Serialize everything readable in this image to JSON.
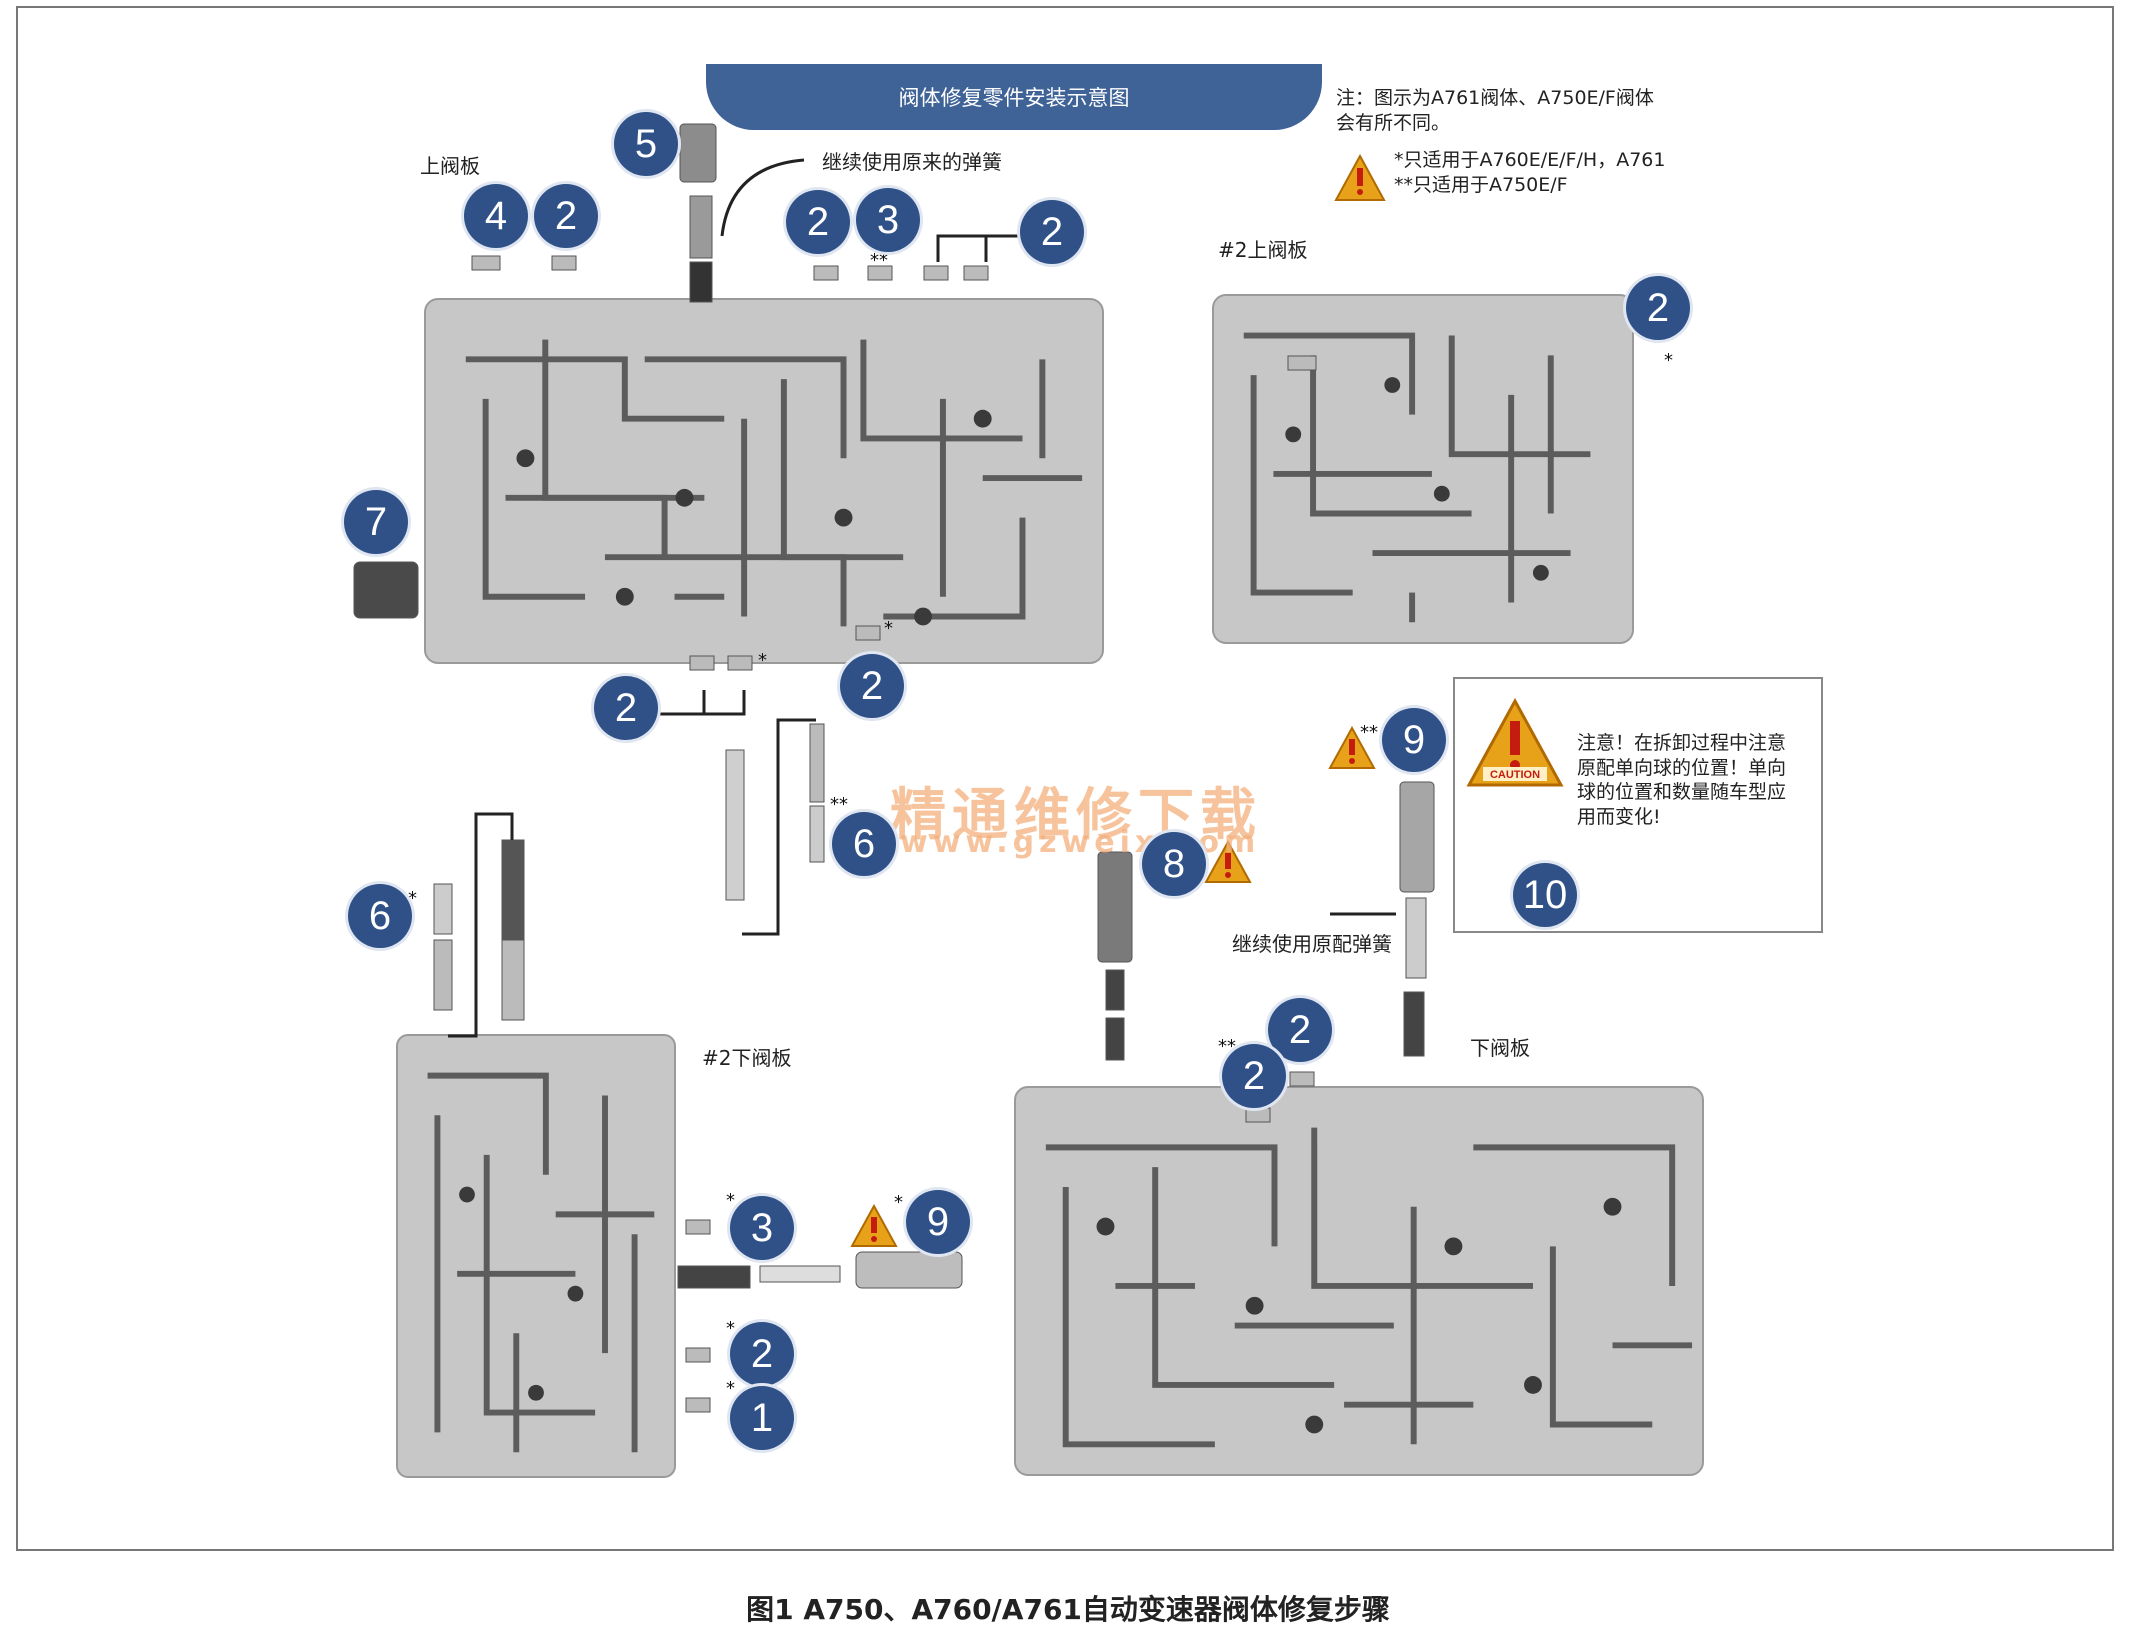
{
  "banner": "阀体修复零件安装示意图",
  "note": {
    "line1": "注：图示为A761阀体、A750E/F阀体",
    "line2": "会有所不同。",
    "single_star": "*只适用于A760E/E/F/H，A761",
    "double_star": "**只适用于A750E/F"
  },
  "labels": {
    "upper_plate": "上阀板",
    "upper_plate_2": "#2上阀板",
    "lower_plate_2": "#2下阀板",
    "lower_plate": "下阀板",
    "reuse_spring_top": "继续使用原来的弹簧",
    "reuse_spring_bottom": "继续使用原配弹簧"
  },
  "warning": {
    "line1": "注意！在拆卸过程中注意",
    "line2": "原配单向球的位置！单向",
    "line3": "球的位置和数量随车型应",
    "line4": "用而变化!",
    "ball_number": "10"
  },
  "caution_text": "CAUTION",
  "stars": {
    "single": "*",
    "double": "**"
  },
  "badges": {
    "b5": "5",
    "b4": "4",
    "b2a": "2",
    "b2b": "2",
    "b3a": "3",
    "b2c": "2",
    "b7": "7",
    "b2d": "2",
    "b2e": "2",
    "b6a": "6",
    "b2f": "2",
    "b6b": "6",
    "b8": "8",
    "b9a": "9",
    "b2g": "2",
    "b2h": "2",
    "b3b": "3",
    "b9b": "9",
    "b2i": "2",
    "b1": "1"
  },
  "watermark": {
    "cn": "精通维修下载",
    "url": "www.gzweix.com"
  },
  "caption": "图1 A750、A760/A761自动变速器阀体修复步骤",
  "colors": {
    "badge": "#2f5187",
    "banner": "#3f6397",
    "caution": "#e8a21a",
    "plate": "#c7c7c7"
  }
}
